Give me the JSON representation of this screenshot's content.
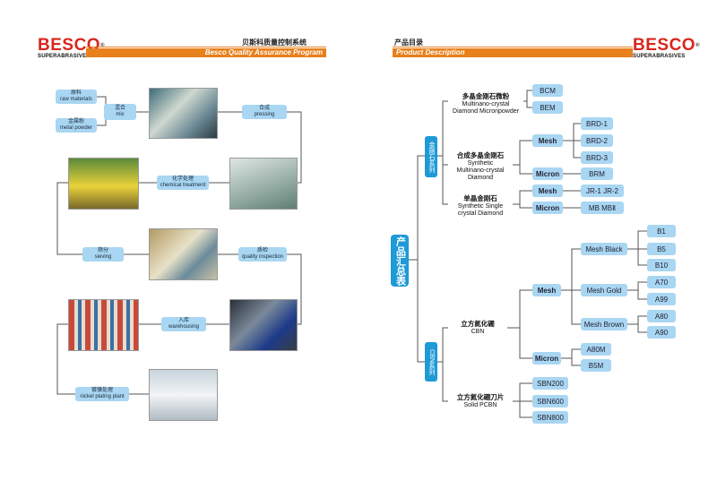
{
  "left_page": {
    "logo": {
      "brand": "BESCO",
      "mark": "®",
      "sub": "SUPERABRASIVES"
    },
    "header": {
      "cn_title": "贝斯科质量控制系统",
      "en_title": "Besco Quality Assurance Program"
    },
    "steps": {
      "raw_materials": {
        "cn": "原料",
        "en": "raw materials"
      },
      "metal_powder": {
        "cn": "金属粉",
        "en": "metal powder"
      },
      "mix": {
        "cn": "混合",
        "en": "mix"
      },
      "pressing": {
        "cn": "合成",
        "en": "pressing"
      },
      "chemical_treatment": {
        "cn": "化学处理",
        "en": "chemical treatment"
      },
      "sieving": {
        "cn": "筛分",
        "en": "sieving"
      },
      "quality_inspection": {
        "cn": "质检",
        "en": "quality inspection"
      },
      "warehousing": {
        "cn": "入库",
        "en": "warehousing"
      },
      "nickel_plating_plant": {
        "cn": "镀镍处理",
        "en": "nickel plating plant"
      }
    }
  },
  "right_page": {
    "logo": {
      "brand": "BESCO",
      "mark": "®",
      "sub": "SUPERABRASIVES"
    },
    "header": {
      "cn_title": "产品目录",
      "en_title": "Product Description"
    },
    "summary": "产品汇总表",
    "diamond_series": "金刚石系列",
    "cbn_series": "CBN系列",
    "multinano_micron": {
      "cn": "多晶金刚石微粉",
      "en1": "Multinano-crystal",
      "en2": "Diamond Micronpowder"
    },
    "synthetic_multinano": {
      "cn": "合成多晶金刚石",
      "en1": "Synthetic",
      "en2": "Multinano-crystal",
      "en3": "Diamond"
    },
    "synthetic_single": {
      "cn": "单晶金刚石",
      "en1": "Synthetic Single",
      "en2": "crystal Diamond"
    },
    "cbn": {
      "cn": "立方氮化硼",
      "en": "CBN"
    },
    "solid_pcbn": {
      "cn": "立方氮化硼刀片",
      "en": "Solid PCBN"
    },
    "labels": {
      "bcm": "BCM",
      "bem": "BEM",
      "mesh": "Mesh",
      "micron": "Micron",
      "brd1": "BRD-1",
      "brd2": "BRD-2",
      "brd3": "BRD-3",
      "brm": "BRM",
      "jr": "JR-1  JR-2",
      "mb": "MB  MBⅡ",
      "mesh_black": "Mesh  Black",
      "mesh_gold": "Mesh  Gold",
      "mesh_brown": "Mesh  Brown",
      "b1": "B1",
      "b5": "B5",
      "b10": "B10",
      "a70": "A70",
      "a99": "A99",
      "a80": "A80",
      "a90": "A90",
      "a80m": "A80M",
      "b5m": "B5M",
      "sbn200": "SBN200",
      "sbn600": "SBN600",
      "sbn800": "SBN800"
    }
  }
}
